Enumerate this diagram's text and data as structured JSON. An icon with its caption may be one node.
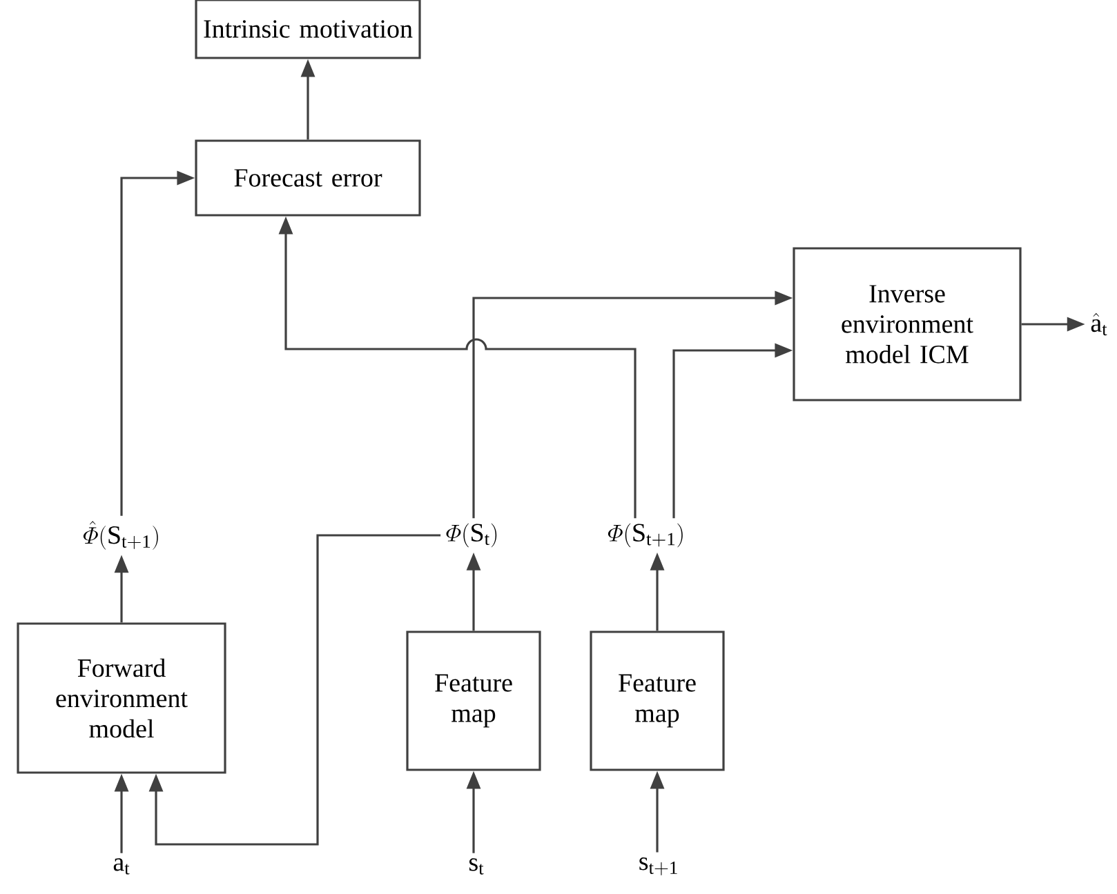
{
  "diagram": {
    "nodes": [
      {
        "text": [
          "Intrinsic motivation"
        ]
      },
      {
        "text": [
          "Forecast error"
        ]
      },
      {
        "text": [
          "Inverse environment model ICM"
        ]
      },
      {
        "text": [
          "\\hat{\\mathrm{a}}_{\\mathrm{t}}"
        ]
      },
      {
        "text": [
          "\\hat{\\varPhi}(\\mathrm{S}_{\\mathrm{t+1}})"
        ]
      },
      {
        "text": [
          "\\varPhi(\\mathrm{S}_{\\mathrm{t}})"
        ]
      },
      {
        "text": [
          "\\varPhi(\\mathrm{S}_{\\mathrm{t+1}})"
        ]
      },
      {
        "text": [
          "Forward environment model"
        ]
      },
      {
        "text": [
          "Feature map"
        ]
      },
      {
        "text": [
          "Feature map"
        ]
      },
      {
        "text": [
          "\\mathrm{a}_{\\mathrm{t}}"
        ]
      },
      {
        "text": [
          "\\mathrm{s}_{\\mathrm{t}}"
        ]
      },
      {
        "text": [
          "\\mathrm{s}_{\\mathrm{t+1}}"
        ]
      }
    ],
    "edges": [
      {
        "from": 10,
        "to": 7,
        "arrow": "to"
      },
      {
        "from": 5,
        "to": 7,
        "arrow": "to"
      },
      {
        "from": 11,
        "to": 8,
        "arrow": "to"
      },
      {
        "from": 12,
        "to": 9,
        "arrow": "to"
      },
      {
        "from": 7,
        "to": 4,
        "arrow": "to"
      },
      {
        "from": 8,
        "to": 5,
        "arrow": "to"
      },
      {
        "from": 9,
        "to": 6,
        "arrow": "to"
      },
      {
        "from": 4,
        "to": 1,
        "arrow": "to"
      },
      {
        "from": 1,
        "to": 0,
        "arrow": "to"
      },
      {
        "from": 5,
        "to": 2,
        "arrow": "to"
      },
      {
        "from": 6,
        "to": 2,
        "arrow": "to"
      },
      {
        "from": 6,
        "to": 1,
        "arrow": "to"
      },
      {
        "from": 2,
        "to": 3,
        "arrow": "to"
      }
    ]
  }
}
